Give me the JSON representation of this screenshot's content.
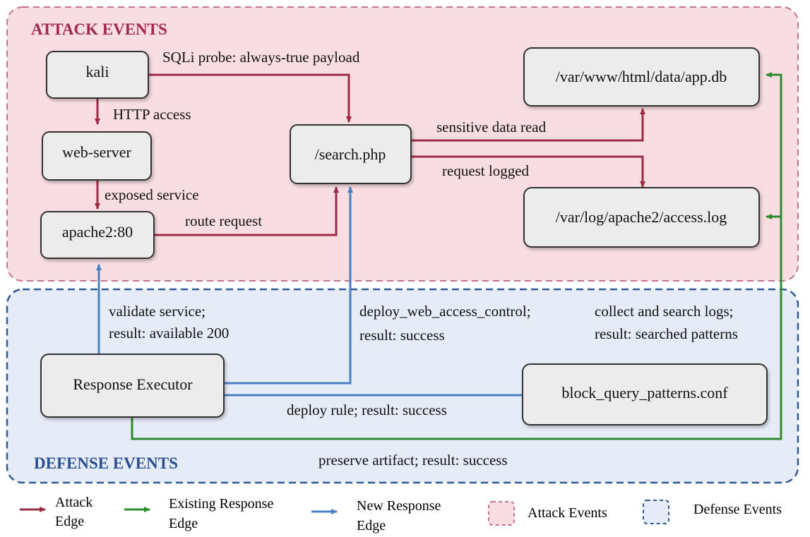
{
  "regions": {
    "attack_title": "ATTACK EVENTS",
    "defense_title": "DEFENSE EVENTS"
  },
  "nodes": {
    "kali": "kali",
    "web_server": "web-server",
    "apache": "apache2:80",
    "search": "/search.php",
    "db": "/var/www/html/data/app.db",
    "log": "/var/log/apache2/access.log",
    "executor": "Response Executor",
    "conf": "block_query_patterns.conf"
  },
  "edges": {
    "sqli": "SQLi probe: always-true payload",
    "http": "HTTP access",
    "exposed": "exposed service",
    "route": "route request",
    "sensitive": "sensitive data read",
    "logged": "request logged",
    "validate_1": "validate service;",
    "validate_2": "result: available 200",
    "deploy_wac_1": "deploy_web_access_control;",
    "deploy_wac_2": "result: success",
    "collect_1": "collect and search logs;",
    "collect_2": "result: searched patterns",
    "deploy_rule": "deploy rule; result: success",
    "preserve": "preserve artifact; result: success"
  },
  "legend": {
    "attack_edge_1": "Attack",
    "attack_edge_2": "Edge",
    "existing_1": "Existing Response",
    "existing_2": "Edge",
    "new_1": "New Response",
    "new_2": "Edge",
    "attack_events": "Attack Events",
    "defense_events": "Defense Events"
  },
  "colors": {
    "attack": "#9b2a45",
    "existing": "#2e8b2e",
    "new": "#4a7fc1",
    "attack_bg": "#f8dde3",
    "attack_border": "#c2758c",
    "defense_bg": "#e6ebf8",
    "defense_border": "#2f5a96",
    "attack_title": "#a3294a",
    "defense_title": "#2a4f8f",
    "node_fill": "#ececec"
  }
}
